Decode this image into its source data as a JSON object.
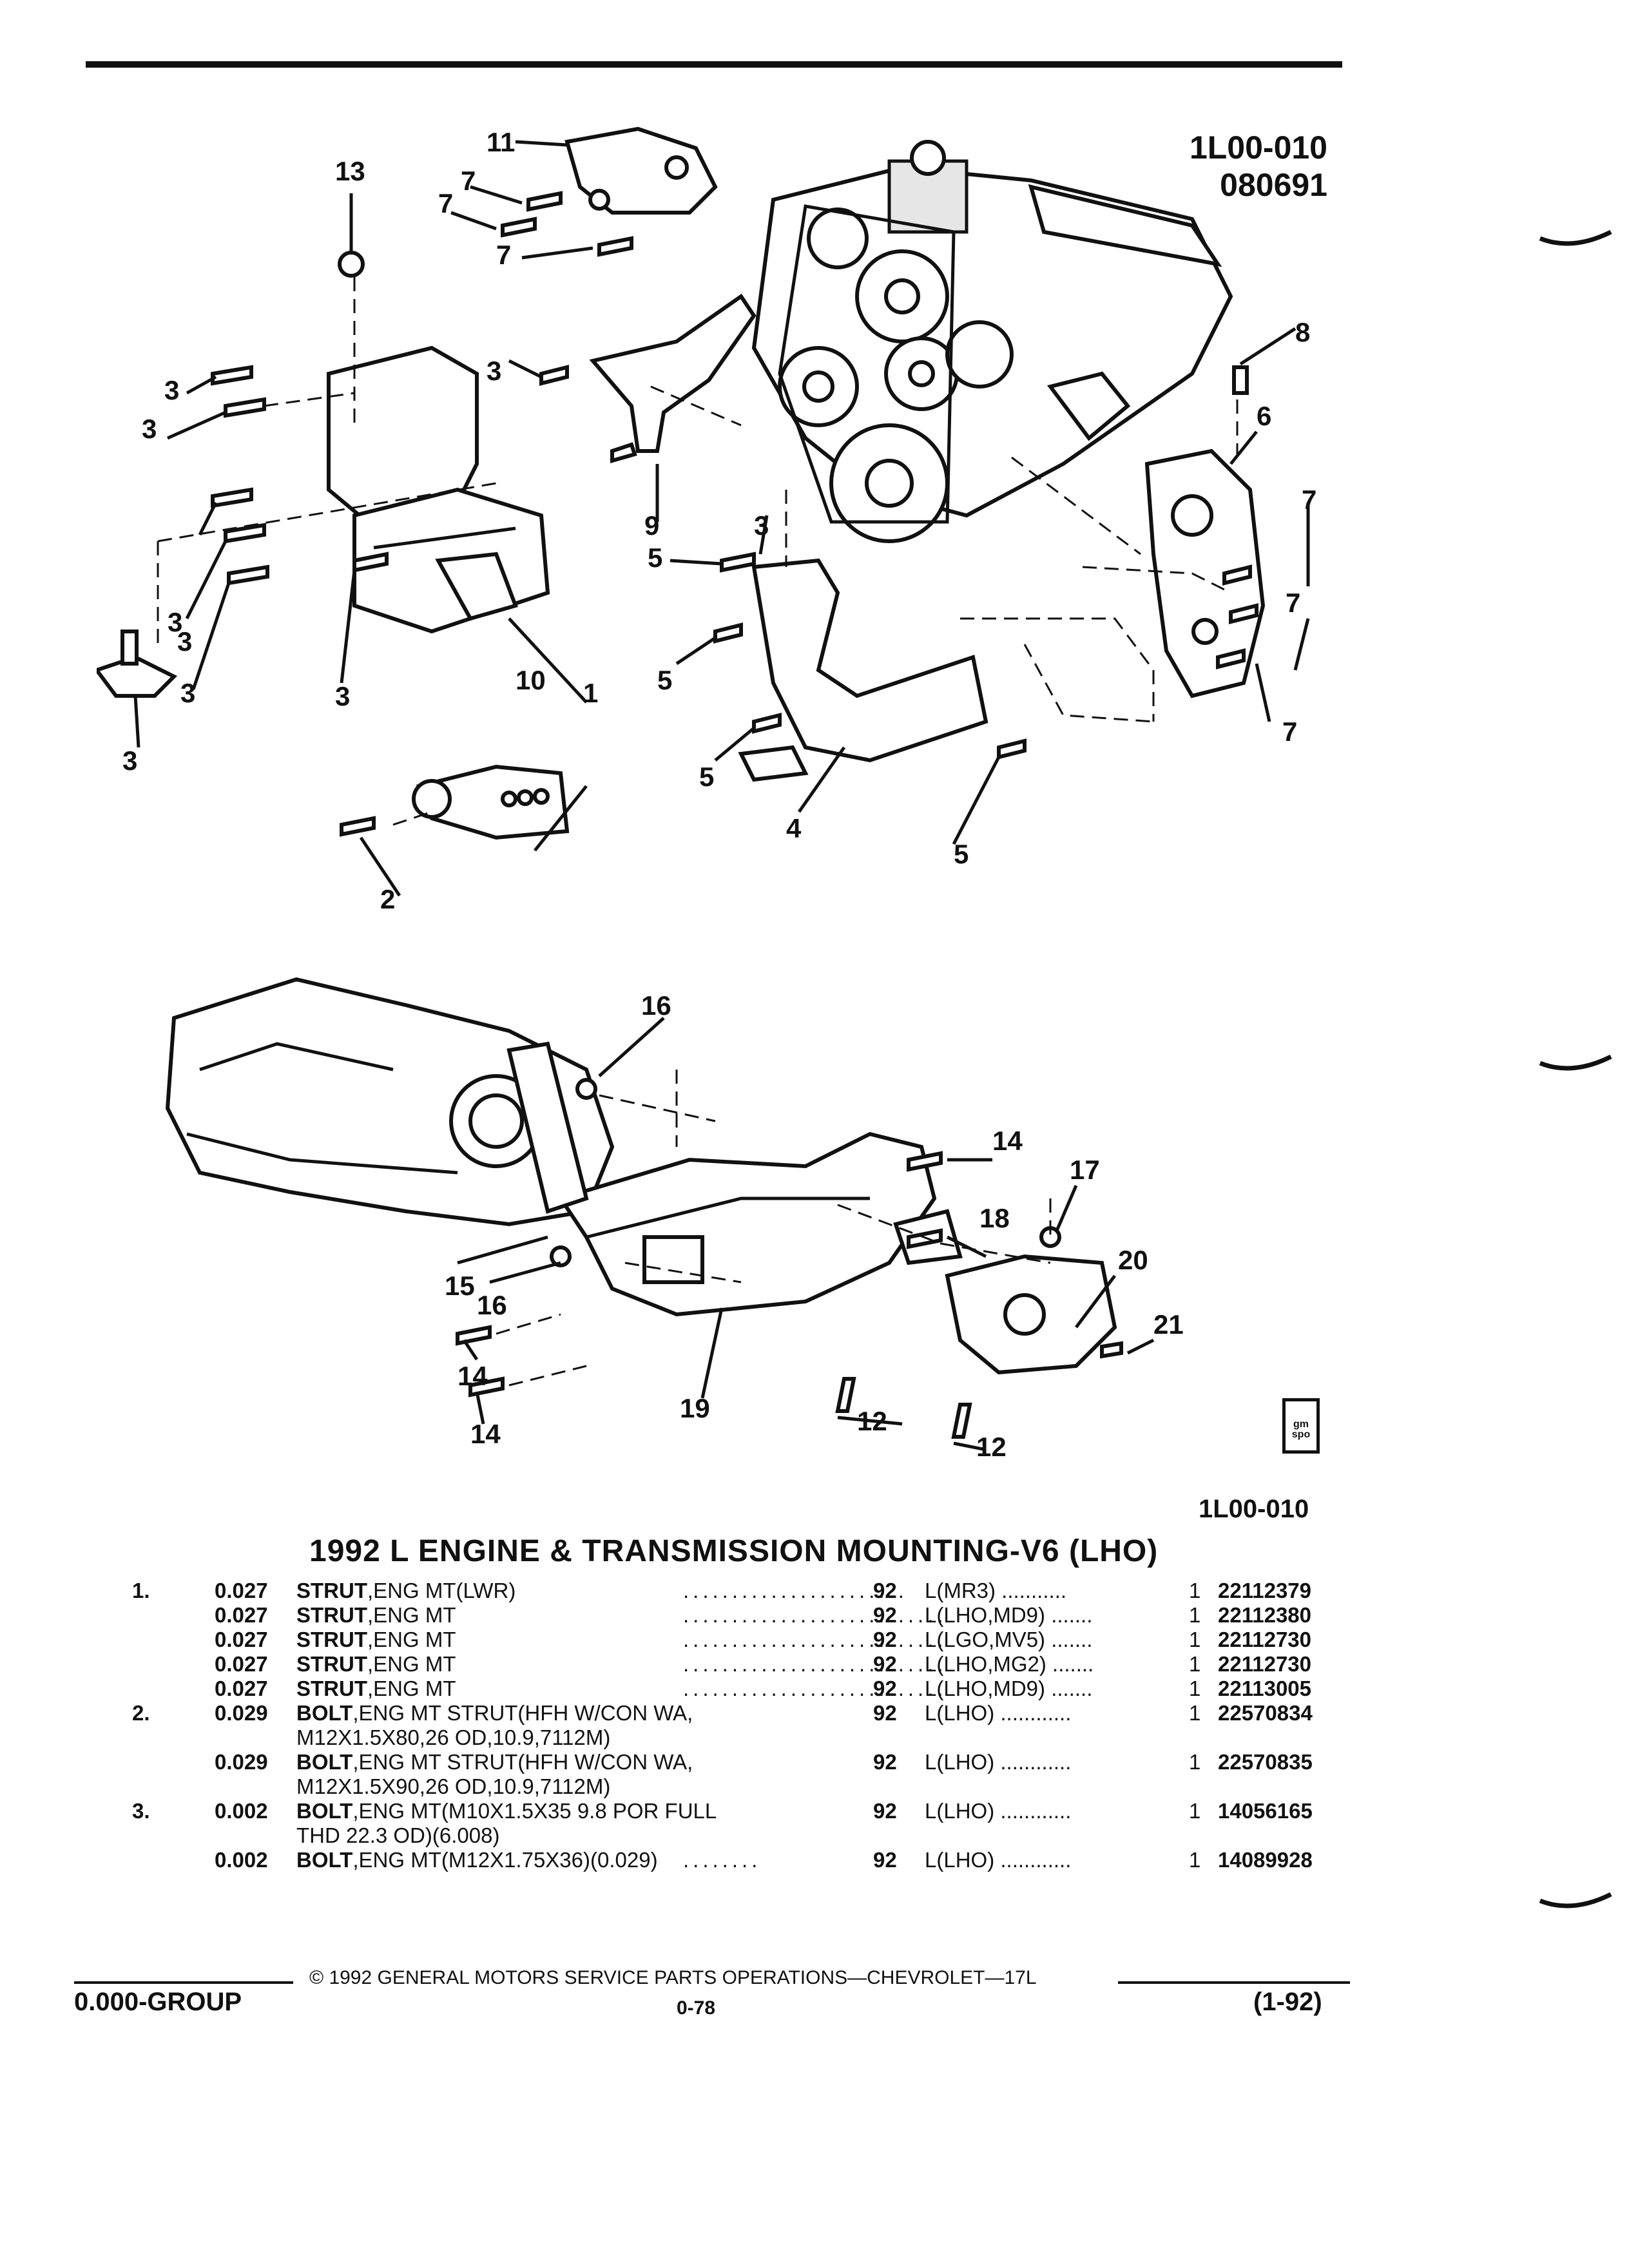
{
  "header": {
    "illustration_code": "1L00-010",
    "illustration_date": "080691"
  },
  "callouts_upper": [
    "11",
    "13",
    "7",
    "7",
    "7",
    "8",
    "6",
    "7",
    "7",
    "7",
    "3",
    "3",
    "3",
    "3",
    "3",
    "3",
    "3",
    "3",
    "3",
    "9",
    "10",
    "5",
    "5",
    "5",
    "5",
    "4",
    "1",
    "2"
  ],
  "callouts_lower": [
    "16",
    "14",
    "17",
    "18",
    "20",
    "21",
    "15",
    "16",
    "14",
    "14",
    "19",
    "12",
    "12"
  ],
  "figure_code_bottom": "1L00-010",
  "logo_text": "gm spo",
  "section_title": "1992 L ENGINE & TRANSMISSION MOUNTING-V6 (LHO)",
  "parts": [
    {
      "item": "1.",
      "group": "0.027",
      "name": "STRUT",
      "desc": ",ENG MT(LWR)",
      "dots": ".......................",
      "year": "92",
      "app": "L(MR3) ...........",
      "qty": "1",
      "part": "22112379"
    },
    {
      "item": "",
      "group": "0.027",
      "name": "STRUT",
      "desc": ",ENG MT",
      "dots": "...........................",
      "year": "92",
      "app": "L(LHO,MD9) .......",
      "qty": "1",
      "part": "22112380"
    },
    {
      "item": "",
      "group": "0.027",
      "name": "STRUT",
      "desc": ",ENG MT",
      "dots": "...........................",
      "year": "92",
      "app": "L(LGO,MV5) .......",
      "qty": "1",
      "part": "22112730"
    },
    {
      "item": "",
      "group": "0.027",
      "name": "STRUT",
      "desc": ",ENG MT",
      "dots": "...........................",
      "year": "92",
      "app": "L(LHO,MG2) .......",
      "qty": "1",
      "part": "22112730"
    },
    {
      "item": "",
      "group": "0.027",
      "name": "STRUT",
      "desc": ",ENG MT",
      "dots": "...........................",
      "year": "92",
      "app": "L(LHO,MD9) .......",
      "qty": "1",
      "part": "22113005"
    },
    {
      "item": "2.",
      "group": "0.029",
      "name": "BOLT",
      "desc": ",ENG MT STRUT(HFH W/CON WA,",
      "dots": "",
      "year": "92",
      "app": "L(LHO) ............",
      "qty": "1",
      "part": "22570834",
      "cont": "M12X1.5X80,26 OD,10.9,7112M)"
    },
    {
      "item": "",
      "group": "0.029",
      "name": "BOLT",
      "desc": ",ENG MT STRUT(HFH W/CON WA,",
      "dots": "",
      "year": "92",
      "app": "L(LHO) ............",
      "qty": "1",
      "part": "22570835",
      "cont": "M12X1.5X90,26 OD,10.9,7112M)"
    },
    {
      "item": "3.",
      "group": "0.002",
      "name": "BOLT",
      "desc": ",ENG MT(M10X1.5X35 9.8 POR FULL",
      "dots": "",
      "year": "92",
      "app": "L(LHO) ............",
      "qty": "1",
      "part": "14056165",
      "cont": "THD 22.3 OD)(6.008)"
    },
    {
      "item": "",
      "group": "0.002",
      "name": "BOLT",
      "desc": ",ENG MT(M12X1.75X36)(0.029)",
      "dots": "........",
      "year": "92",
      "app": "L(LHO) ............",
      "qty": "1",
      "part": "14089928"
    }
  ],
  "footer": {
    "copyright": "© 1992 GENERAL MOTORS SERVICE PARTS OPERATIONS—CHEVROLET—17L",
    "group": "0.000-GROUP",
    "page": "0-78",
    "revision": "(1-92)"
  }
}
